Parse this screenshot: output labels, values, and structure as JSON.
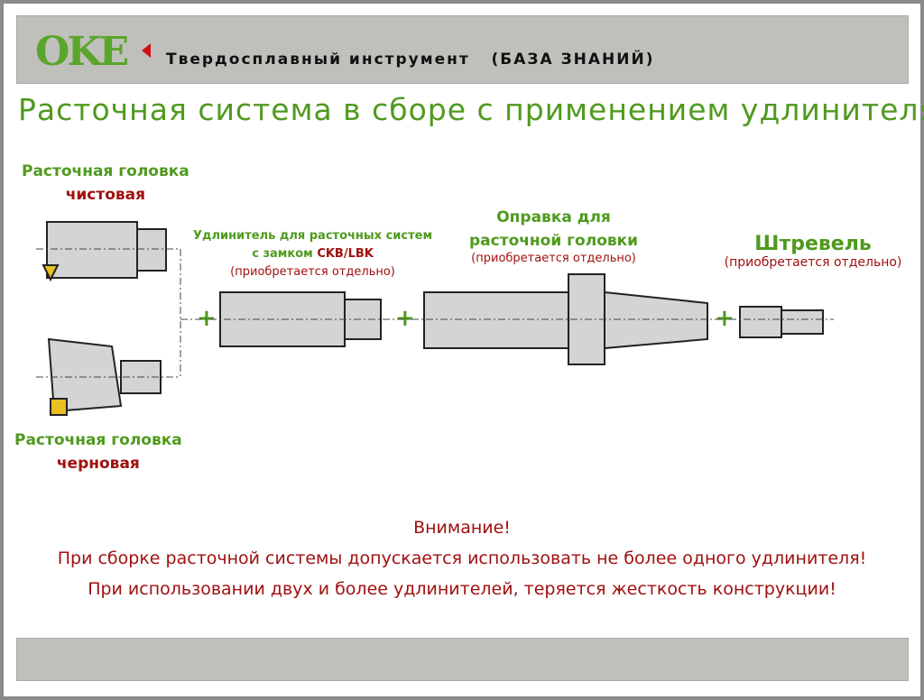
{
  "header": {
    "logo": "OKE",
    "subtitle": "Твердосплавный инструмент   (БАЗА ЗНАНИЙ)"
  },
  "title": "Расточная система в сборе с применением удлинителя",
  "finishing_head": {
    "line1": "Расточная головка",
    "line2": "чистовая"
  },
  "roughing_head": {
    "line1": "Расточная головка",
    "line2": "черновая"
  },
  "extension": {
    "line1": "Удлинитель для расточных систем",
    "line2_prefix": "с замком ",
    "line2_code": "CKB/LBK",
    "note": "(приобретается отдельно)"
  },
  "holder": {
    "line1": "Оправка для",
    "line2": "расточной головки",
    "note": "(приобретается отдельно)"
  },
  "pull_stud": {
    "label": "Штревель",
    "note": "(приобретается отдельно)"
  },
  "plus": "+",
  "warning": {
    "line1": "Внимание!",
    "line2": "При сборке расточной системы допускается использовать не более одного удлинителя!",
    "line3": "При использовании двух и более удлинителей, теряется жесткость конструкции!"
  },
  "colors": {
    "green": "#4f9a1e",
    "red": "#a01010",
    "band": "#bfc0bb"
  }
}
